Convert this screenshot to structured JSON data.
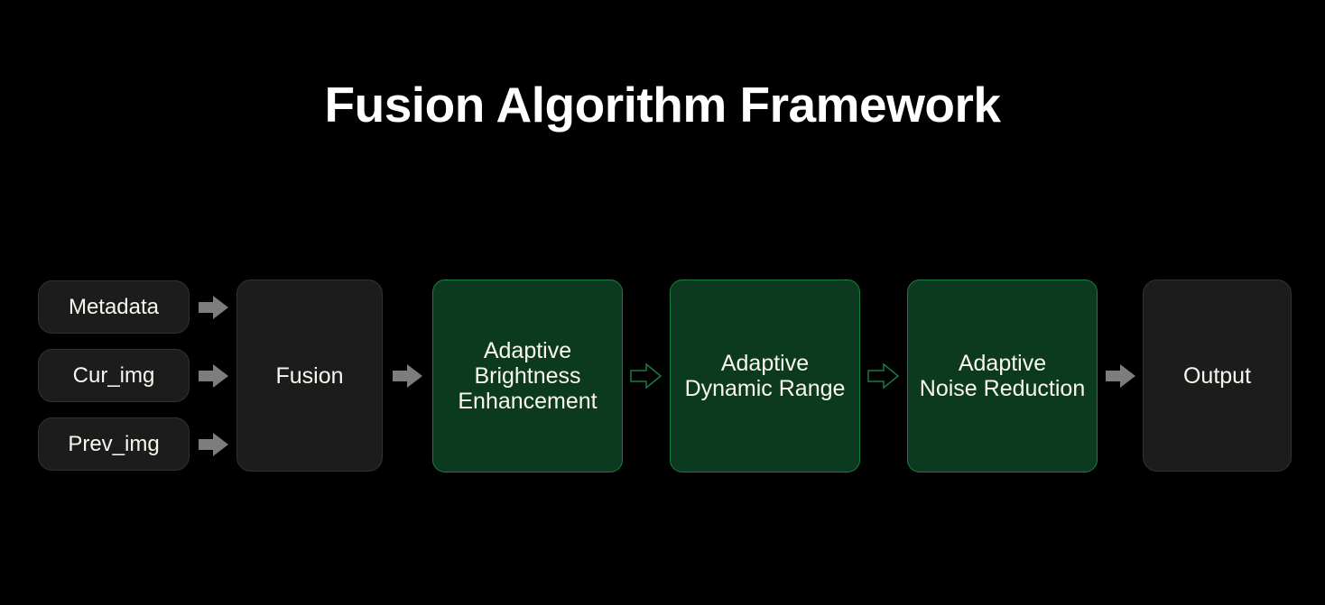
{
  "title": "Fusion Algorithm Framework",
  "inputs": [
    {
      "label": "Metadata"
    },
    {
      "label": "Cur_img"
    },
    {
      "label": "Prev_img"
    }
  ],
  "nodes": {
    "fusion": {
      "label": "Fusion"
    },
    "output": {
      "label": "Output"
    }
  },
  "stages": [
    {
      "name": "adaptive-brightness-enhancement",
      "lines": [
        "Adaptive",
        "Brightness",
        "Enhancement"
      ]
    },
    {
      "name": "adaptive-dynamic-range",
      "lines": [
        "Adaptive",
        "Dynamic Range"
      ]
    },
    {
      "name": "adaptive-noise-reduction",
      "lines": [
        "Adaptive",
        "Noise Reduction"
      ]
    }
  ],
  "icons": {
    "solid_arrow": "arrow-right-icon",
    "outline_arrow": "arrow-right-outline-icon"
  },
  "colors": {
    "background": "#000000",
    "title_text": "#ffffff",
    "dark_box_fill": "#1c1c1c",
    "dark_box_border": "#323232",
    "green_box_fill": "#0c3a20",
    "green_box_border": "#1c7d42",
    "gray_arrow": "#7d7d7d",
    "box_text": "#faf7ee"
  }
}
